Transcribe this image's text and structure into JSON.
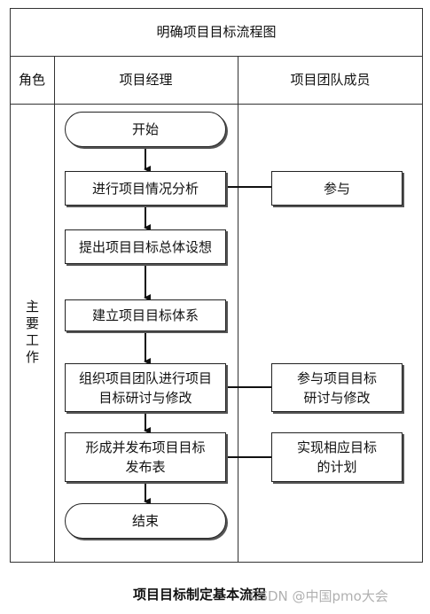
{
  "title": "明确项目目标流程图",
  "headers": {
    "role": "角色",
    "manager": "项目经理",
    "team": "项目团队成员"
  },
  "row_label": "主要工作",
  "manager_steps": {
    "start": "开始",
    "analyze": "进行项目情况分析",
    "propose": "提出项目目标总体设想",
    "build": "建立项目目标体系",
    "discuss": "组织项目团队进行项目\n目标研讨与修改",
    "publish": "形成并发布项目目标\n发布表",
    "end": "结束"
  },
  "team_steps": {
    "participate": "参与",
    "participate_discuss": "参与项目目标\n研讨与修改",
    "plan": "实现相应目标\n的计划"
  },
  "caption": "项目目标制定基本流程",
  "watermark": "CSDN @中国pmo大会"
}
